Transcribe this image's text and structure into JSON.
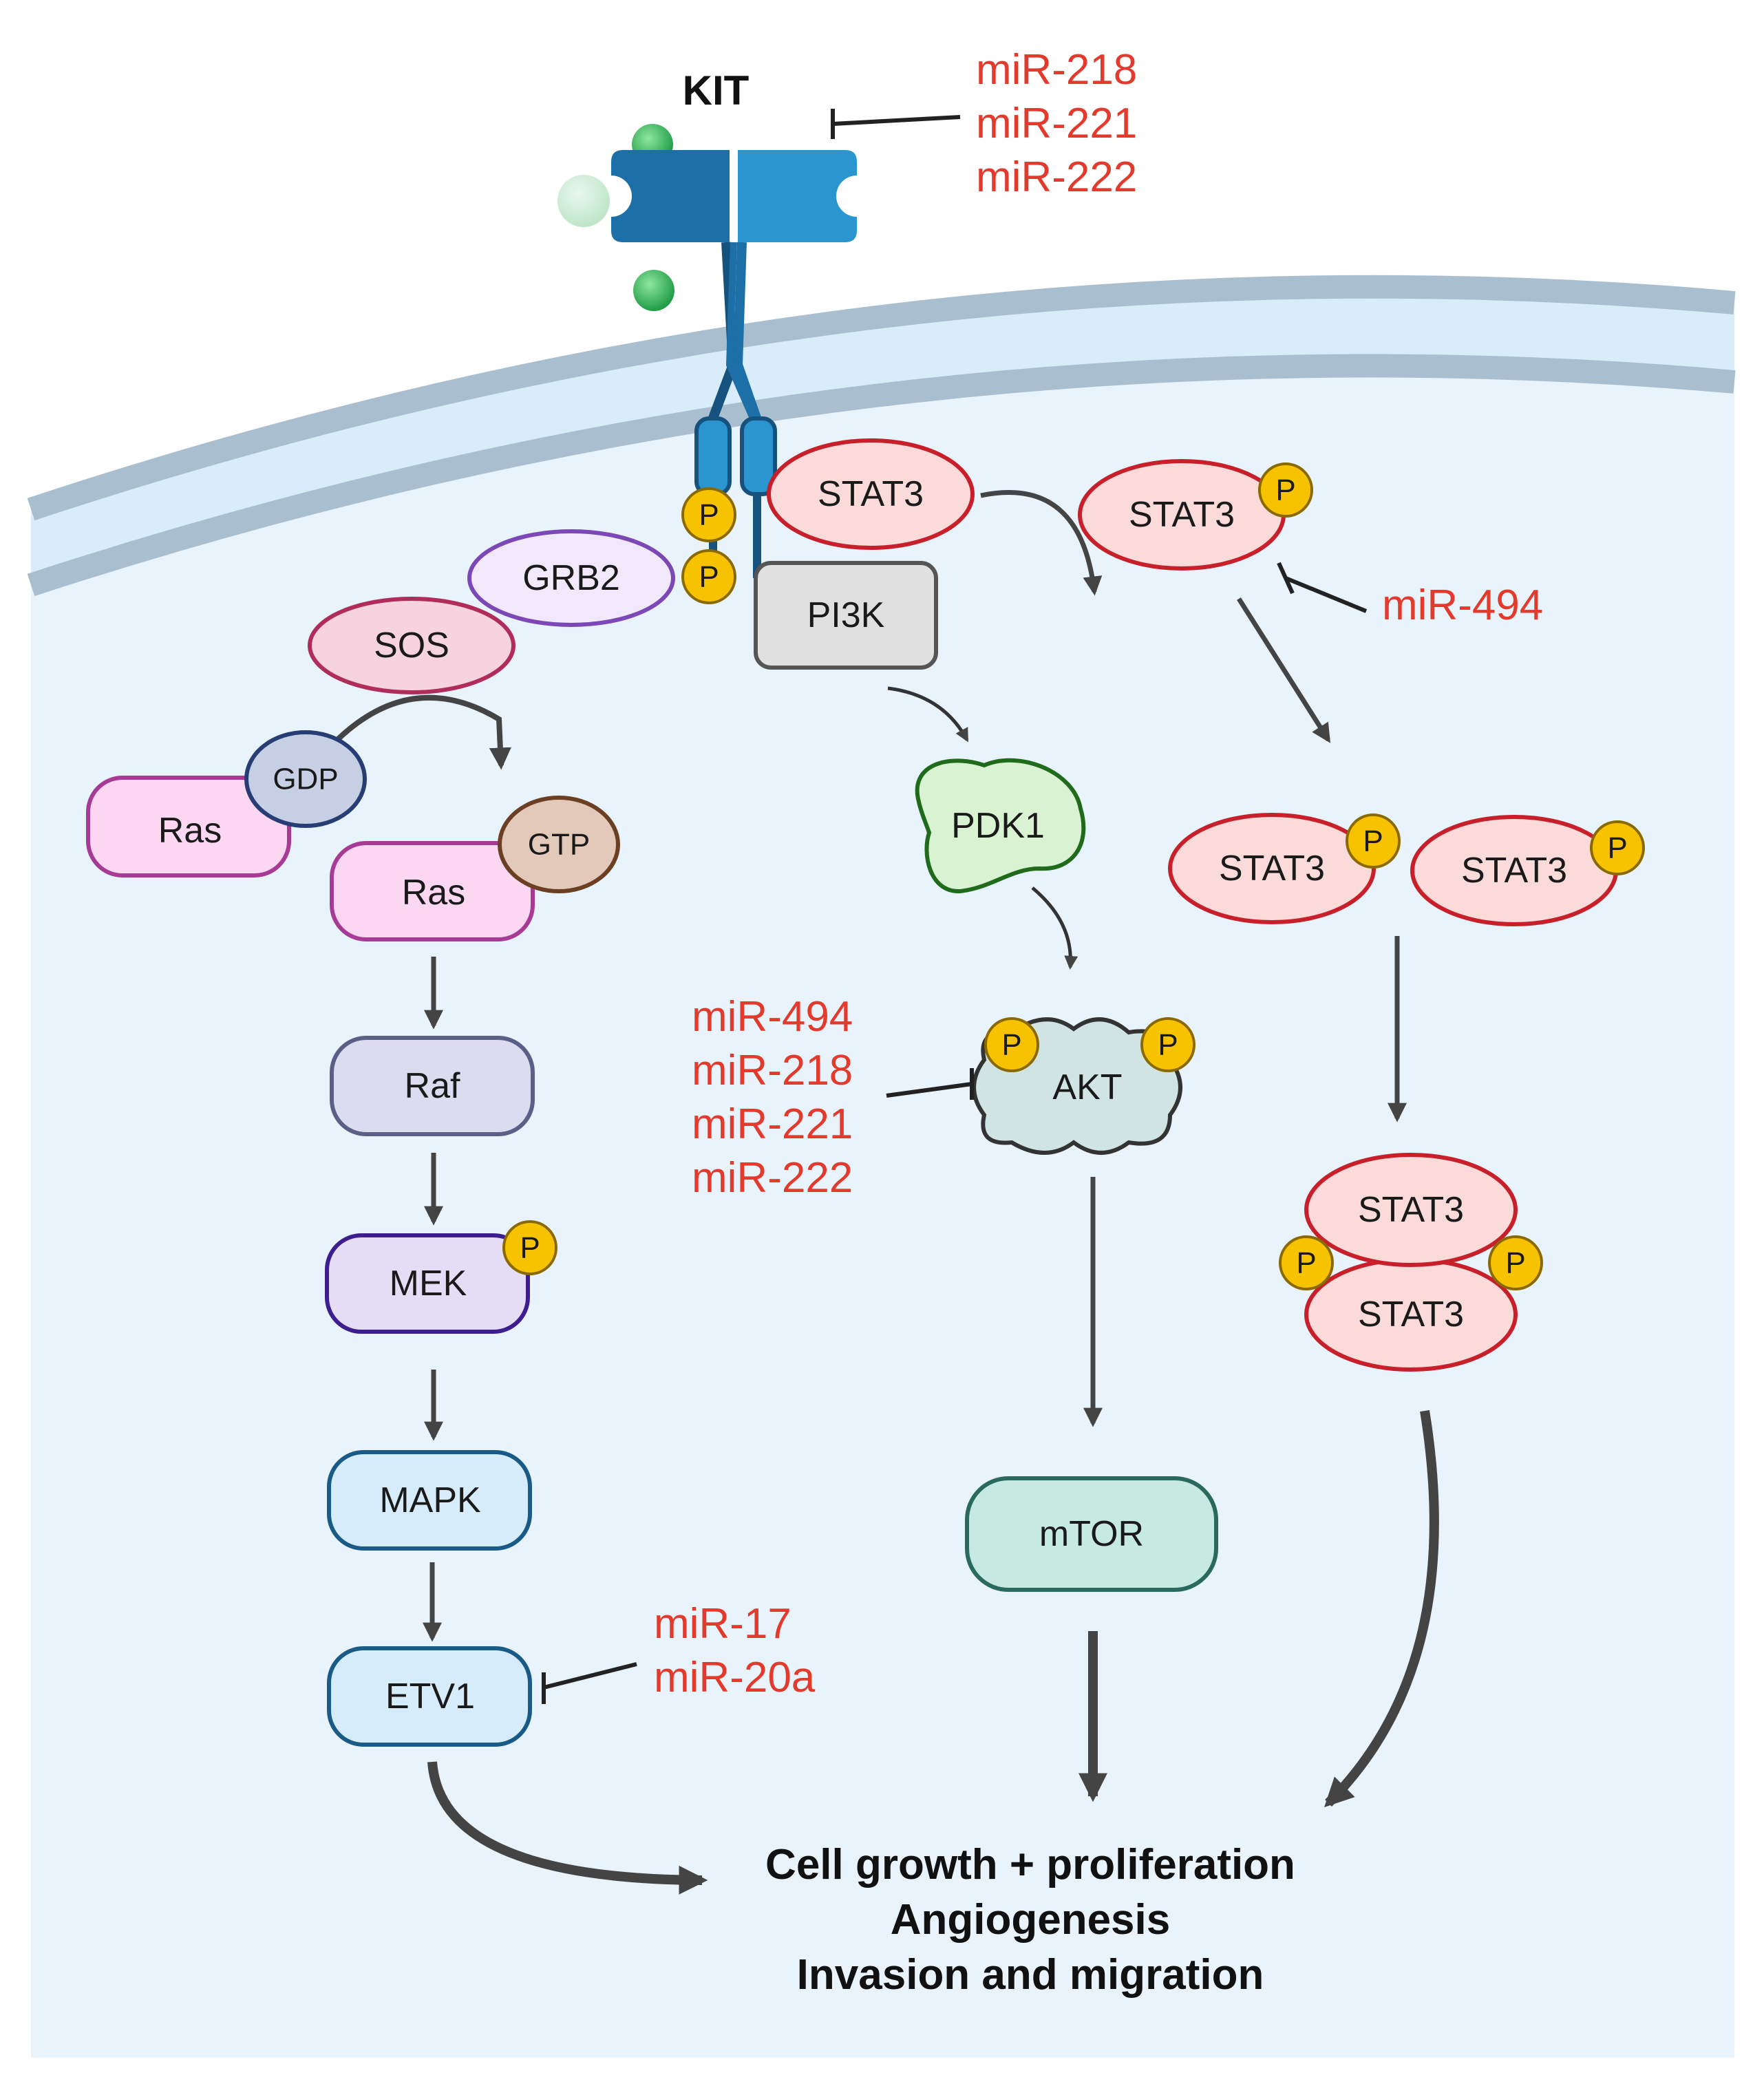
{
  "receptor": {
    "label": "KIT"
  },
  "kit_inhibitors": [
    "miR-218",
    "miR-221",
    "miR-222"
  ],
  "nodes": {
    "stat3": "STAT3",
    "grb2": "GRB2",
    "sos": "SOS",
    "pi3k": "PI3K",
    "gdp": "GDP",
    "gtp": "GTP",
    "ras": "Ras",
    "raf": "Raf",
    "mek": "MEK",
    "mapk": "MAPK",
    "etv1": "ETV1",
    "pdk1": "PDK1",
    "akt": "AKT",
    "mtor": "mTOR"
  },
  "phospho": "P",
  "stat3_inhibitor": "miR-494",
  "akt_inhibitors": [
    "miR-494",
    "miR-218",
    "miR-221",
    "miR-222"
  ],
  "etv1_inhibitors": [
    "miR-17",
    "miR-20a"
  ],
  "outcomes": [
    "Cell growth + proliferation",
    "Angiogenesis",
    "Invasion and migration"
  ],
  "colors": {
    "mirna_text": "#e23b2e",
    "cytoplasm": "#e8f3fb",
    "membrane": "#a9bfd0",
    "receptor": "#1d6fa8",
    "phospho_fill": "#f7c300",
    "stat3_fill": "#fbdada",
    "stat3_border": "#c8202b"
  }
}
